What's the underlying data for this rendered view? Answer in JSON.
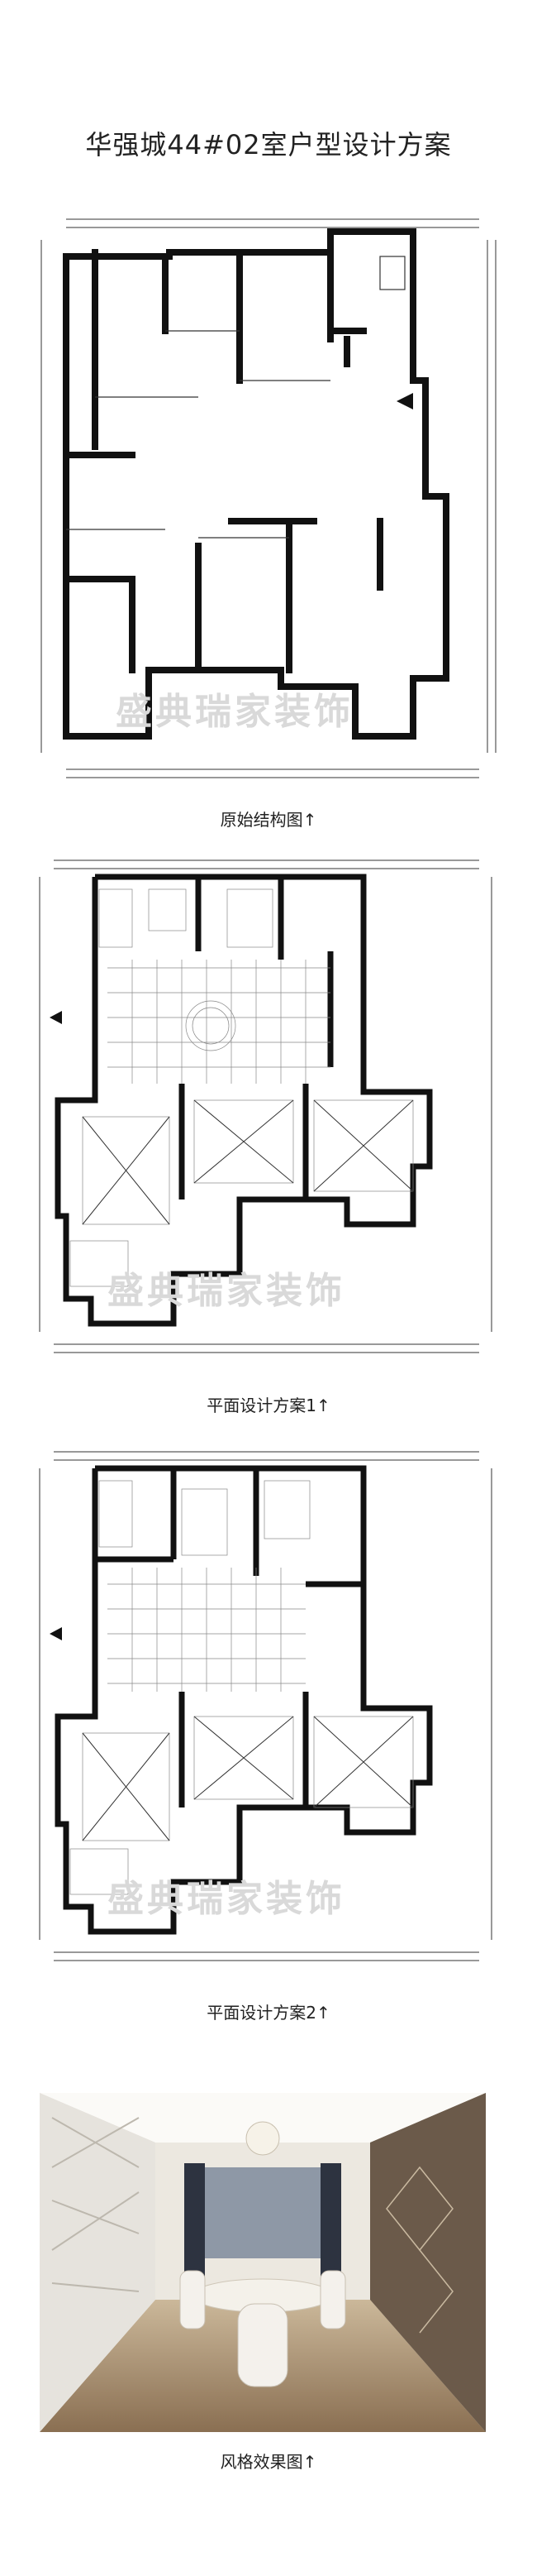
{
  "page_title": "华强城44#02室户型设计方案",
  "watermark": "盛典瑞家装饰",
  "sections": [
    {
      "caption": "原始结构图↑"
    },
    {
      "caption": "平面设计方案1↑"
    },
    {
      "caption": "平面设计方案2↑"
    },
    {
      "caption": "风格效果图↑"
    }
  ]
}
